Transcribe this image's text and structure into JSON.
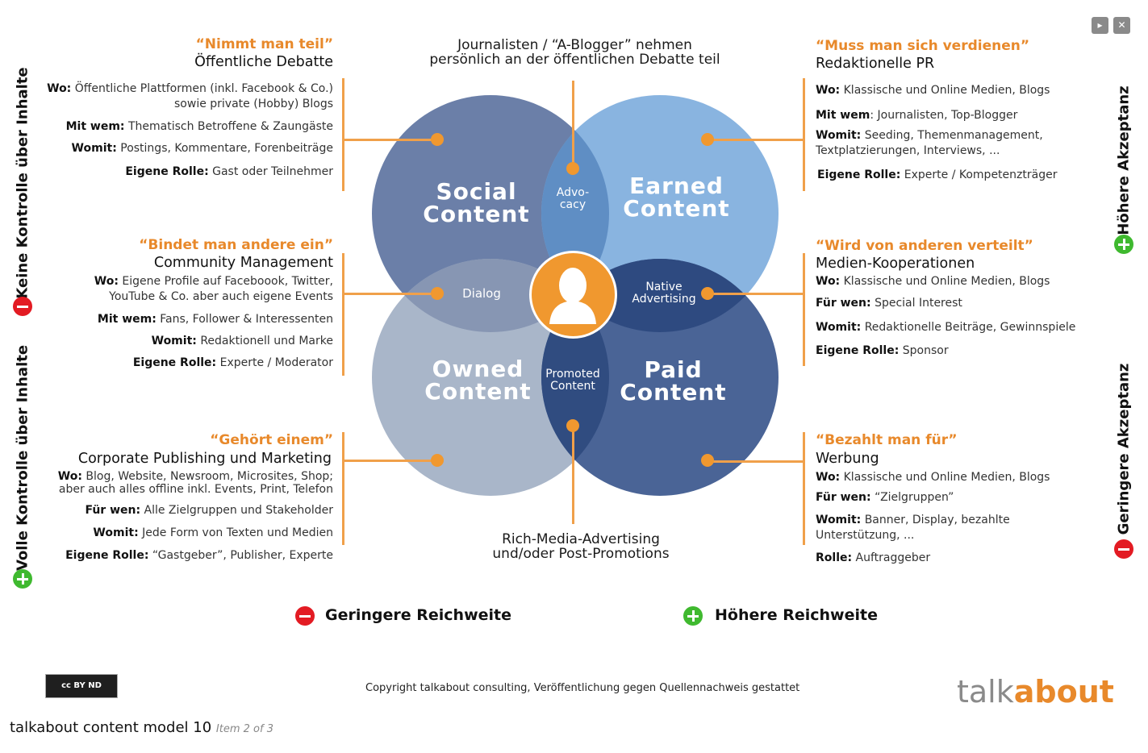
{
  "controls": {
    "play_icon": "▸",
    "close_icon": "✕"
  },
  "top_center": {
    "line1": "Journalisten / “A-Blogger” nehmen",
    "line2": "persönlich an der öffentlichen Debatte teil"
  },
  "bottom_center": {
    "line1": "Rich-Media-Advertising",
    "line2": "und/oder Post-Promotions"
  },
  "venn": {
    "social": {
      "line1": "Social",
      "line2": "Content",
      "color": "#6b7fa8"
    },
    "earned": {
      "line1": "Earned",
      "line2": "Content",
      "color": "#89b4e0"
    },
    "owned": {
      "line1": "Owned",
      "line2": "Content",
      "color": "#a9b6c9"
    },
    "paid": {
      "line1": "Paid",
      "line2": "Content",
      "color": "#4a6496"
    },
    "advocacy": {
      "line1": "Advo-",
      "line2": "cacy"
    },
    "dialog": "Dialog",
    "native": {
      "line1": "Native",
      "line2": "Advertising"
    },
    "promoted": {
      "line1": "Promoted",
      "line2": "Content"
    },
    "center_color": "#f0982f",
    "accent": "#e8892b"
  },
  "panels": {
    "social": {
      "quote": "“Nimmt man teil”",
      "title": "Öffentliche Debatte",
      "rows": [
        {
          "label": "Wo:",
          "text": "Öffentliche Plattformen (inkl. Facebook & Co.)"
        },
        {
          "label": "",
          "text": "sowie private (Hobby) Blogs"
        },
        {
          "label": "Mit wem:",
          "text": "Thematisch Betroffene & Zaungäste"
        },
        {
          "label": "Womit:",
          "text": "Postings, Kommentare, Forenbeiträge"
        },
        {
          "label": "Eigene Rolle:",
          "text": "Gast oder Teilnehmer"
        }
      ]
    },
    "community": {
      "quote": "“Bindet man andere ein”",
      "title": "Community Management",
      "rows": [
        {
          "label": "Wo:",
          "text": "Eigene Profile auf Faceboook, Twitter,"
        },
        {
          "label": "",
          "text": "YouTube & Co. aber auch eigene Events"
        },
        {
          "label": "Mit wem:",
          "text": "Fans, Follower & Interessenten"
        },
        {
          "label": "Womit:",
          "text": "Redaktionell und Marke"
        },
        {
          "label": "Eigene Rolle:",
          "text": "Experte / Moderator"
        }
      ]
    },
    "owned": {
      "quote": "“Gehört einem”",
      "title": "Corporate Publishing und Marketing",
      "rows": [
        {
          "label": "Wo:",
          "text": "Blog, Website, Newsroom, Microsites, Shop;"
        },
        {
          "label": "",
          "text": "aber auch alles offline inkl. Events, Print, Telefon"
        },
        {
          "label": "Für wen:",
          "text": "Alle Zielgruppen und Stakeholder"
        },
        {
          "label": "Womit:",
          "text": "Jede Form von Texten und Medien"
        },
        {
          "label": "Eigene Rolle:",
          "text": "“Gastgeber”, Publisher, Experte"
        }
      ]
    },
    "earned": {
      "quote": "“Muss man sich verdienen”",
      "title": "Redaktionelle PR",
      "rows": [
        {
          "label": "Wo:",
          "text": "Klassische und Online Medien, Blogs"
        },
        {
          "label": "Mit wem",
          "text": ": Journalisten, Top-Blogger"
        },
        {
          "label": "Womit:",
          "text": "Seeding, Themenmanagement,"
        },
        {
          "label": "",
          "text": "Textplatzierungen, Interviews, ..."
        },
        {
          "label": "Eigene Rolle:",
          "text": "Experte / Kompetenzträger"
        }
      ]
    },
    "media": {
      "quote": "“Wird von anderen verteilt”",
      "title": "Medien-Kooperationen",
      "rows": [
        {
          "label": "Wo:",
          "text": "Klassische und Online Medien, Blogs"
        },
        {
          "label": "Für wen:",
          "text": "Special Interest"
        },
        {
          "label": "Womit:",
          "text": "Redaktionelle Beiträge, Gewinnspiele"
        },
        {
          "label": "Eigene Rolle:",
          "text": "Sponsor"
        }
      ]
    },
    "paid": {
      "quote": "“Bezahlt man für”",
      "title": "Werbung",
      "rows": [
        {
          "label": "Wo:",
          "text": "Klassische und Online Medien, Blogs"
        },
        {
          "label": "Für wen:",
          "text": "“Zielgruppen”"
        },
        {
          "label": "Womit:",
          "text": "Banner, Display, bezahlte"
        },
        {
          "label": "",
          "text": "Unterstützung, ..."
        },
        {
          "label": "Rolle:",
          "text": "Auftraggeber"
        }
      ]
    }
  },
  "axes": {
    "left_top": "Keine Kontrolle über Inhalte",
    "left_bottom": "Volle Kontrolle über Inhalte",
    "right_top": "Höhere Akzeptanz",
    "right_bottom": "Geringere Akzeptanz",
    "reach_low": "Geringere Reichweite",
    "reach_high": "Höhere Reichweite"
  },
  "footer": {
    "license_badge": "cc BY ND",
    "copyright": "Copyright talkabout consulting, Veröffentlichung gegen Quellennachweis gestattet",
    "logo_part1": "talk",
    "logo_part2": "about",
    "item_title": "talkabout content model 10",
    "item_counter": "Item 2 of 3"
  }
}
